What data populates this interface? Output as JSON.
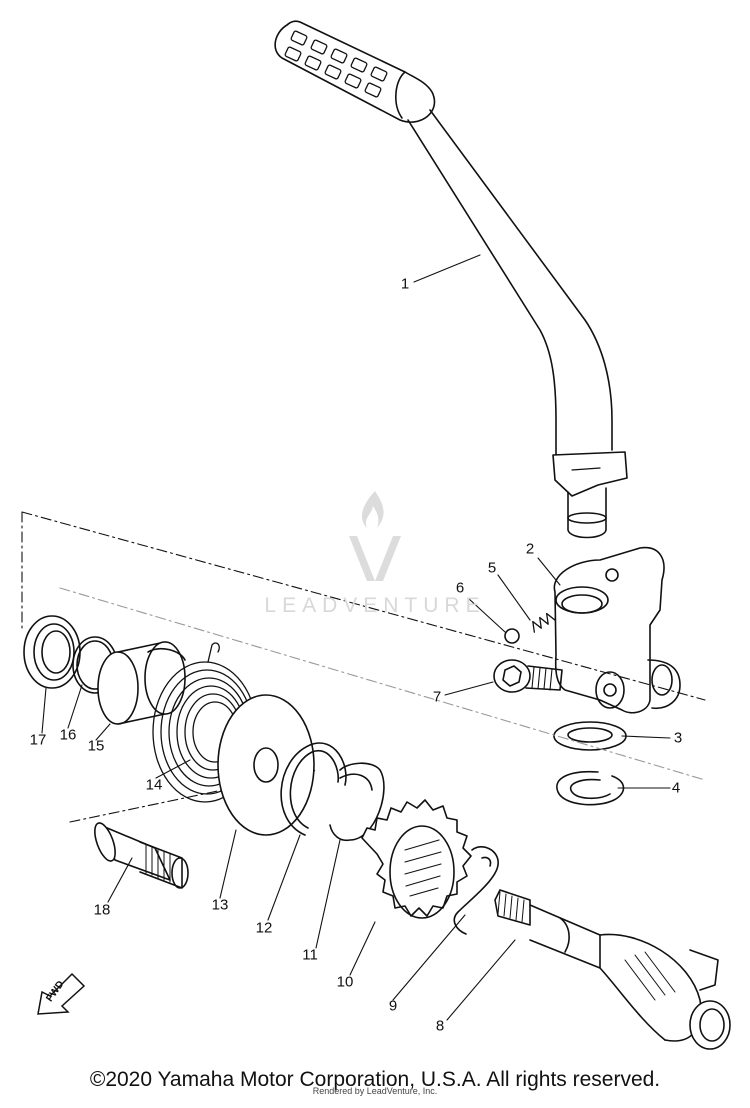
{
  "callouts": [
    {
      "n": "1"
    },
    {
      "n": "2"
    },
    {
      "n": "3"
    },
    {
      "n": "4"
    },
    {
      "n": "5"
    },
    {
      "n": "6"
    },
    {
      "n": "7"
    },
    {
      "n": "8"
    },
    {
      "n": "9"
    },
    {
      "n": "10"
    },
    {
      "n": "11"
    },
    {
      "n": "12"
    },
    {
      "n": "13"
    },
    {
      "n": "14"
    },
    {
      "n": "15"
    },
    {
      "n": "16"
    },
    {
      "n": "17"
    },
    {
      "n": "18"
    }
  ],
  "direction_marker": "FWD",
  "watermark": "LEADVENTURE",
  "copyright": "©2020 Yamaha Motor Corporation, U.S.A. All rights reserved.",
  "rendered_by": "Rendered by LeadVenture, Inc."
}
